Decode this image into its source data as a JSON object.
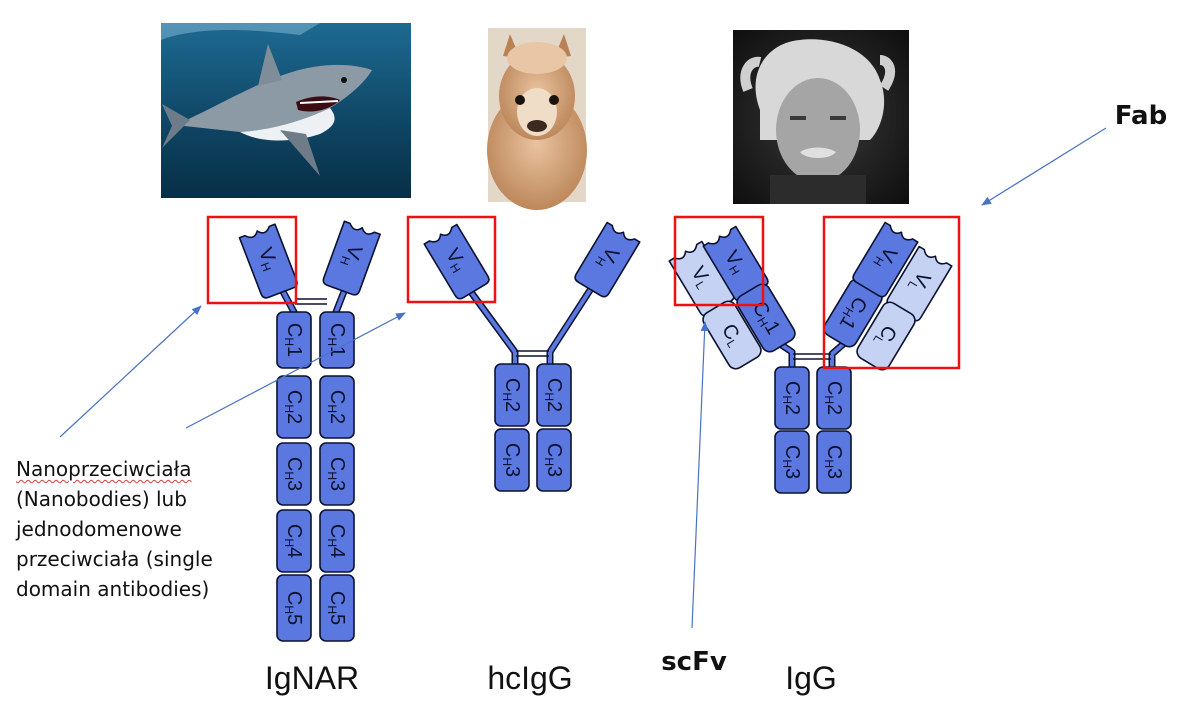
{
  "colors": {
    "heavy": "#5b78e0",
    "light": "#c6d2f3",
    "stroke": "#0b1230",
    "box": "#ee1111",
    "arrow": "#4a72c4"
  },
  "antibodies": {
    "ignar": {
      "name": "IgNAR",
      "domains": [
        {
          "main": "V",
          "sub": "H"
        },
        {
          "main": "V",
          "sub": "H"
        },
        {
          "main": "C",
          "sub": "H",
          "num": "1"
        },
        {
          "main": "C",
          "sub": "H",
          "num": "1"
        },
        {
          "main": "C",
          "sub": "H",
          "num": "2"
        },
        {
          "main": "C",
          "sub": "H",
          "num": "2"
        },
        {
          "main": "C",
          "sub": "H",
          "num": "3"
        },
        {
          "main": "C",
          "sub": "H",
          "num": "3"
        },
        {
          "main": "C",
          "sub": "H",
          "num": "4"
        },
        {
          "main": "C",
          "sub": "H",
          "num": "4"
        },
        {
          "main": "C",
          "sub": "H",
          "num": "5"
        },
        {
          "main": "C",
          "sub": "H",
          "num": "5"
        }
      ]
    },
    "hcigg": {
      "name": "hcIgG",
      "domains": [
        {
          "main": "V",
          "sub": "H"
        },
        {
          "main": "V",
          "sub": "H"
        },
        {
          "main": "C",
          "sub": "H",
          "num": "2"
        },
        {
          "main": "C",
          "sub": "H",
          "num": "2"
        },
        {
          "main": "C",
          "sub": "H",
          "num": "3"
        },
        {
          "main": "C",
          "sub": "H",
          "num": "3"
        }
      ]
    },
    "igg": {
      "name": "IgG",
      "domains": [
        {
          "main": "V",
          "sub": "L"
        },
        {
          "main": "V",
          "sub": "H"
        },
        {
          "main": "C",
          "sub": "L"
        },
        {
          "main": "C",
          "sub": "H",
          "num": "1"
        },
        {
          "main": "C",
          "sub": "H",
          "num": "1"
        },
        {
          "main": "V",
          "sub": "H"
        },
        {
          "main": "V",
          "sub": "L"
        },
        {
          "main": "C",
          "sub": "L"
        },
        {
          "main": "C",
          "sub": "H",
          "num": "2"
        },
        {
          "main": "C",
          "sub": "H",
          "num": "2"
        },
        {
          "main": "C",
          "sub": "H",
          "num": "3"
        },
        {
          "main": "C",
          "sub": "H",
          "num": "3"
        }
      ]
    }
  },
  "labels": {
    "fab": "Fab",
    "scfv": "scFv"
  },
  "note": {
    "word1": "Nanoprzeciwciała",
    "rest1": "(Nanobodies) lub jednodomenowe przeciwciała (single domain antibodies)"
  }
}
